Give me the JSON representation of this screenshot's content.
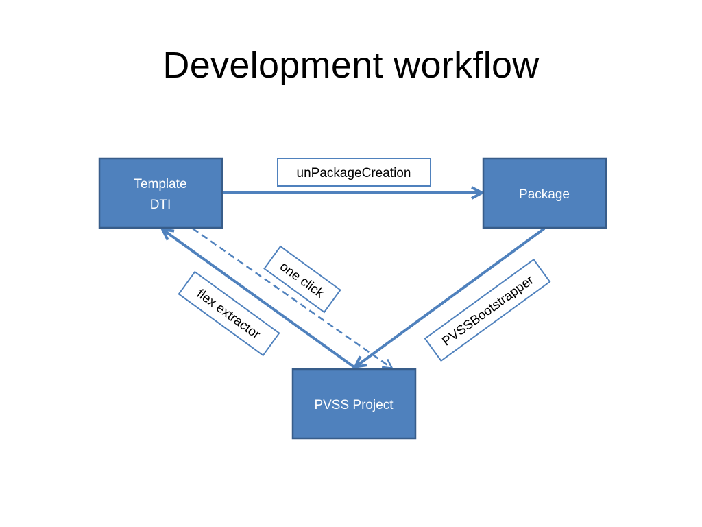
{
  "title": "Development workflow",
  "nodes": {
    "template": {
      "line1": "Template",
      "line2": "DTI"
    },
    "package": {
      "label": "Package"
    },
    "pvss_project": {
      "label": "PVSS Project"
    }
  },
  "edge_labels": {
    "unpackage": "unPackageCreation",
    "one_click": "one click",
    "flex_extractor": "flex extractor",
    "bootstrapper": "PVSSBootstrapper"
  },
  "colors": {
    "node_fill": "#4f81bd",
    "node_border": "#385d8a",
    "label_border": "#4f81bd",
    "arrow": "#4f81bd"
  }
}
